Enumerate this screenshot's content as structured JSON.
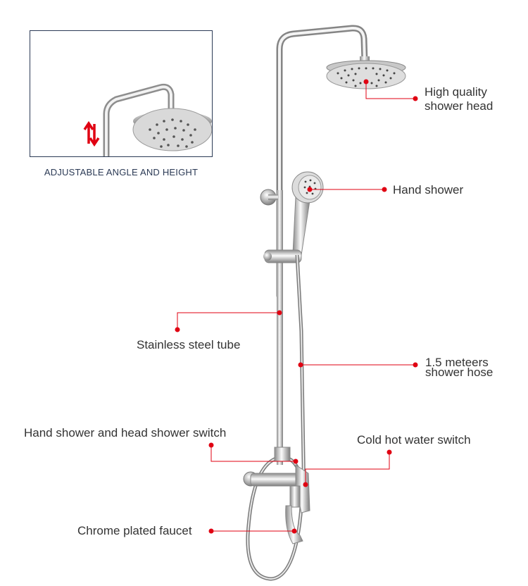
{
  "inset": {
    "caption": "ADJUSTABLE ANGLE AND HEIGHT"
  },
  "callouts": {
    "head_shower_line1": "High quality",
    "head_shower_line2": "shower head",
    "hand_shower": "Hand shower",
    "steel_tube": "Stainless steel tube",
    "hose_line1": "1.5 meteers",
    "hose_line2": "shower hose",
    "diverter_switch": "Hand shower and head shower switch",
    "mixer_switch": "Cold hot water switch",
    "faucet": "Chrome plated faucet"
  },
  "colors": {
    "accent_red": "#e00012",
    "frame_navy": "#2b3a55",
    "text": "#333333",
    "chrome_light": "#f2f2f2",
    "chrome_dark": "#8a8a8a"
  },
  "icons": {
    "inset_arrows": "up-down-arrows-icon"
  }
}
